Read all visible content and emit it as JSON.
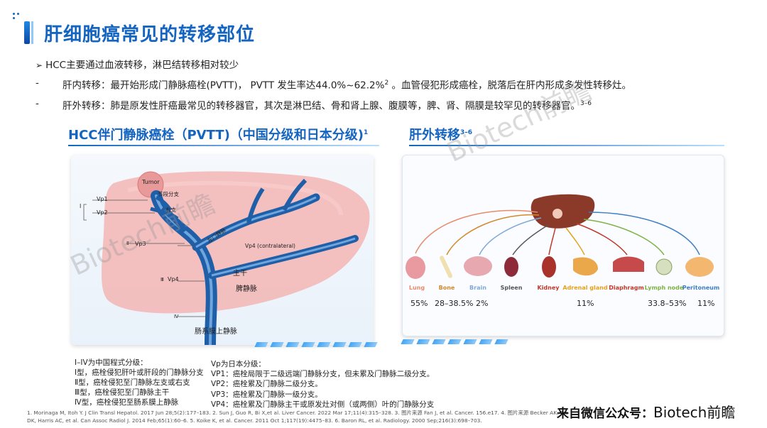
{
  "title": "肝细胞癌常见的转移部位",
  "bullets": {
    "lead": "HCC主要通过血液转移，淋巴结转移相对较少",
    "items": [
      {
        "dash": "-",
        "text": "肝内转移：最开始形成门静脉癌栓(PVTT)， PVTT 发生率达44.0%~62.2%",
        "sup": "2",
        "tail": " 。血管侵犯形成癌栓，脱落后在肝内形成多发性转移灶。"
      },
      {
        "dash": "-",
        "text": "肝外转移：肺是原发性肝癌最常见的转移器官，其次是淋巴结、骨和肾上腺、腹膜等，脾、肾、隔膜是较罕见的转移器官。",
        "sup": "3–6",
        "tail": ""
      }
    ]
  },
  "left_section": {
    "title": "HCC伴门静脉癌栓（PVTT)（中国分级和日本分级)",
    "sup": "1",
    "labels": {
      "tumor": "Tumor",
      "segment_branch": "节段分支",
      "first_order": "一级分支",
      "vp1": "Vp1",
      "vp2": "Vp2",
      "vp3": "Vp3",
      "vp4_contra": "Vp4 (contralateral)",
      "vp4": "Vp4",
      "right_vein": "右支",
      "left_vein": "左门静脉",
      "main_trunk": "主干",
      "splenic": "脾静脉",
      "smv": "肠系膜上静脉",
      "roman_1": "Ⅰ",
      "roman_2": "Ⅱ",
      "roman_3": "Ⅲ",
      "roman_4": "Ⅳ"
    }
  },
  "right_section": {
    "title": "肝外转移",
    "sup": "3–6",
    "organs": [
      {
        "name": "Lung",
        "color": "#e88b6b",
        "pct": "55%"
      },
      {
        "name": "Bone",
        "color": "#d38a2e",
        "pct": "28–38.5%"
      },
      {
        "name": "Brain",
        "color": "#7fa8d6",
        "pct": "2%"
      },
      {
        "name": "Spleen",
        "color": "#555555",
        "pct": ""
      },
      {
        "name": "Kidney",
        "color": "#c0392b",
        "pct": ""
      },
      {
        "name": "Adrenal gland",
        "color": "#e6a21c",
        "pct": "11%"
      },
      {
        "name": "Diaphragm",
        "color": "#c0392b",
        "pct": ""
      },
      {
        "name": "Lymph node",
        "color": "#7cb342",
        "pct": "33.8–53%"
      },
      {
        "name": "Peritoneum",
        "color": "#3f7fc4",
        "pct": "11%"
      }
    ]
  },
  "legend_cn": {
    "heading": "I–IV为中国程式分级：",
    "lines": [
      "Ⅰ型，癌栓侵犯肝叶或肝段的门静脉分支",
      "Ⅱ型，癌栓侵犯至门静脉左支或右支",
      "Ⅲ型，癌栓侵犯至门静脉主干",
      "Ⅳ型，癌栓侵犯至肠系膜上静脉"
    ]
  },
  "legend_jp": {
    "heading": "Vp为日本分级：",
    "lines": [
      "VP1：癌栓局限于二级远端门静脉分支，但未累及门静脉二级分支。",
      "VP2：癌栓累及门静脉二级分支。",
      "VP3：癌栓累及门静脉一级分支。",
      "VP4：癌栓累及门静脉主干或原发灶对侧（或两侧）叶的门静脉分支"
    ]
  },
  "references": "1. Morinaga M, Itoh Y. J Clin Transl Hepatol. 2017 Jun 28;5(2):177–183. 2. Sun J, Guo R, Bi X,et al. Liver Cancer. 2022 Mar 17;11(4):315–328. 3. 图片来源 Fan J, et al. Cancer. 156.e17. 4. 图片来源 Becker AK, Tso DK, Harris AC, et al. Can Assoc Radiol J. 2014 Feb;65(1):60–6. 5. Koike K, et al. Cancer. 2011 Oct 1;117(19):4475–83. 6. Baron RL, et al. Radiology. 2000 Sep;216(3):698–703.",
  "source": {
    "label": "来自微信公众号：",
    "name": "Biotech前瞻"
  },
  "watermark": "Biotech前瞻",
  "colors": {
    "accent": "#1565c0",
    "liver": "#f2b8b5",
    "vein": "#1f5fa8"
  }
}
